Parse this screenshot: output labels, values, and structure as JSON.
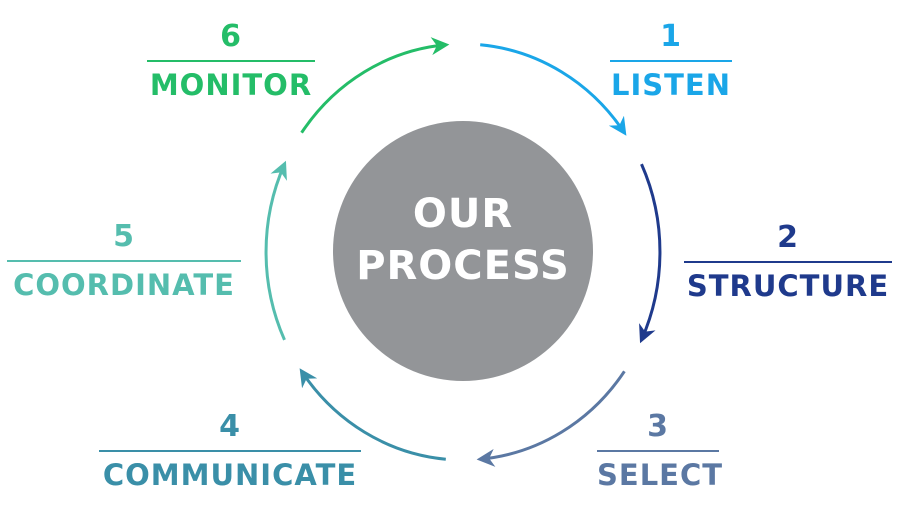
{
  "center": {
    "line1": "OUR",
    "line2": "PROCESS",
    "color": "#939598"
  },
  "steps": [
    {
      "number": "1",
      "label": "LISTEN",
      "color": "#1aa6e8"
    },
    {
      "number": "2",
      "label": "STRUCTURE",
      "color": "#1f3a8c"
    },
    {
      "number": "3",
      "label": "SELECT",
      "color": "#5b78a3"
    },
    {
      "number": "4",
      "label": "COMMUNICATE",
      "color": "#3a8fa8"
    },
    {
      "number": "5",
      "label": "COORDINATE",
      "color": "#55bdae"
    },
    {
      "number": "6",
      "label": "MONITOR",
      "color": "#24bd68"
    }
  ]
}
